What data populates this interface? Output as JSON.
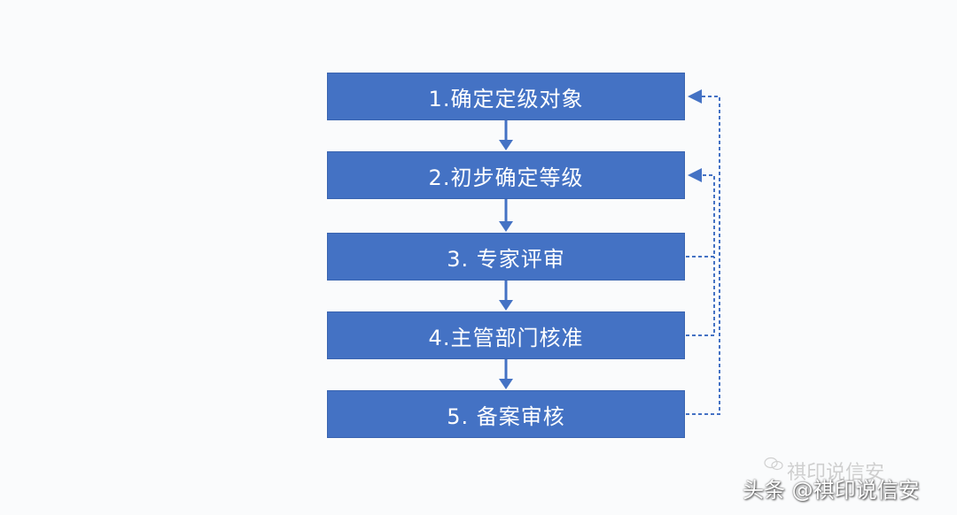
{
  "steps": [
    {
      "label": "1.确定定级对象"
    },
    {
      "label": "2.初步确定等级"
    },
    {
      "label": "3. 专家评审"
    },
    {
      "label": "4.主管部门核准"
    },
    {
      "label": "5. 备案审核"
    }
  ],
  "watermark": {
    "faded_text": "祺印说信安",
    "main_text": "头条 @祺印说信安"
  },
  "colors": {
    "box_fill": "#4472c4",
    "arrow": "#4472c4",
    "dashed_line": "#4472c4",
    "text": "#ffffff"
  }
}
